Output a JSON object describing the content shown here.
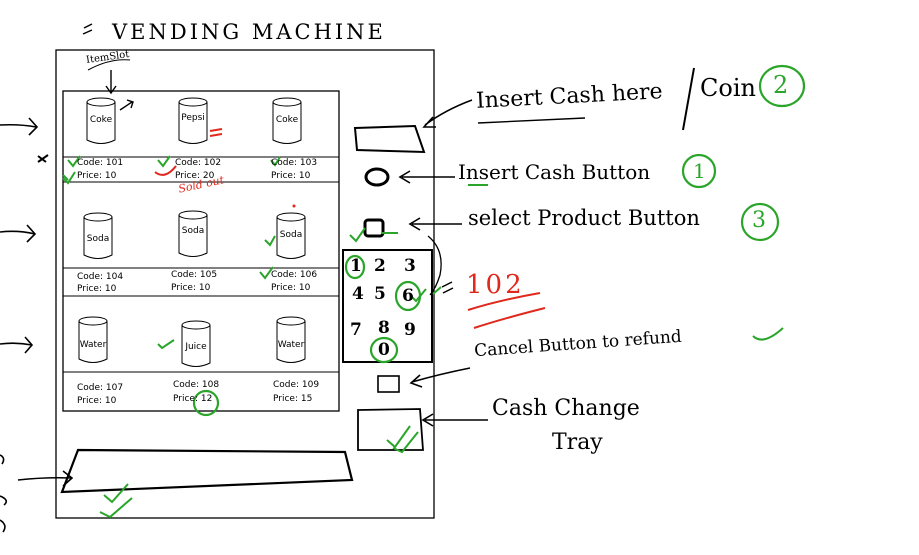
{
  "title": "VENDING MACHINE",
  "item_slot_label": "ItemSlot",
  "rows": [
    {
      "items": [
        {
          "name": "Coke",
          "code_text": "Code: 101",
          "price_text": "Price: 10"
        },
        {
          "name": "Pepsi",
          "code_text": "Code: 102",
          "price_text": "Price: 20"
        },
        {
          "name": "Coke",
          "code_text": "Code: 103",
          "price_text": "Price: 10"
        }
      ]
    },
    {
      "items": [
        {
          "name": "Soda",
          "code_text": "Code: 104",
          "price_text": "Price: 10"
        },
        {
          "name": "Soda",
          "code_text": "Code: 105",
          "price_text": "Price: 10"
        },
        {
          "name": "Soda",
          "code_text": "Code: 106",
          "price_text": "Price: 10"
        }
      ]
    },
    {
      "items": [
        {
          "name": "Water",
          "code_text": "Code: 107",
          "price_text": "Price: 10"
        },
        {
          "name": "Juice",
          "code_text": "Code: 108",
          "price_text": "Price: 12"
        },
        {
          "name": "Water",
          "code_text": "Code: 109",
          "price_text": "Price: 15"
        }
      ]
    }
  ],
  "sold_out_text": "Sold out",
  "keypad_keys": [
    "1",
    "2",
    "3",
    "4",
    "5",
    "6",
    "7",
    "8",
    "9",
    "0"
  ],
  "annotations": {
    "insert_cash": "Insert Cash here",
    "coin": "Coin",
    "insert_cash_button": "Insert Cash Button",
    "select_product_button": "select Product Button",
    "cancel_button": "Cancel Button to refund",
    "cash_change": "Cash Change",
    "tray": "Tray",
    "entered_code": "102",
    "step_insert_cash": "2",
    "step_insert_button": "1",
    "step_select": "3"
  },
  "colors": {
    "ink": "#000000",
    "green": "#2aa52a",
    "red": "#e0281c"
  }
}
